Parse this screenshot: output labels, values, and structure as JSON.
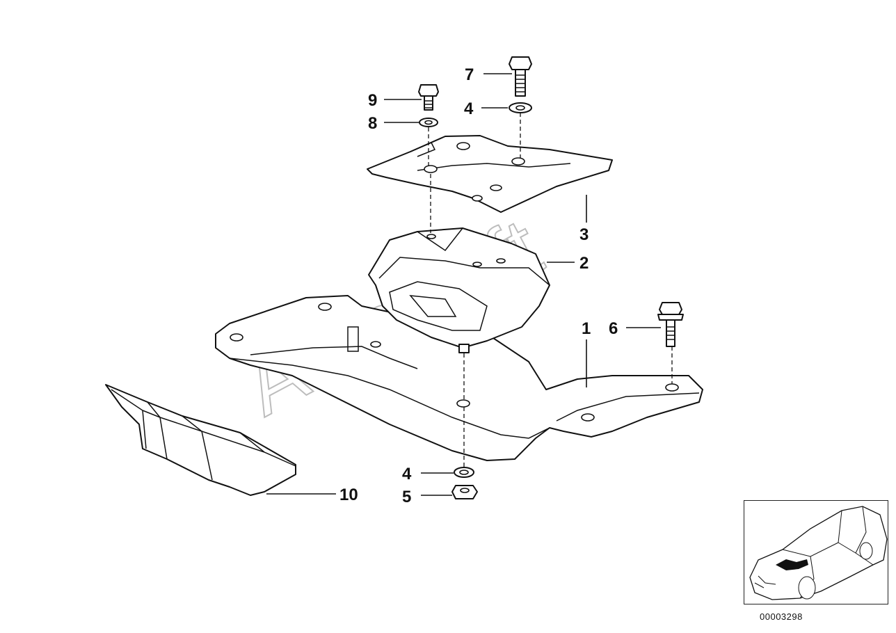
{
  "diagram": {
    "callouts": [
      {
        "id": "c1",
        "label": "1"
      },
      {
        "id": "c2",
        "label": "2"
      },
      {
        "id": "c3",
        "label": "3"
      },
      {
        "id": "c4a",
        "label": "4"
      },
      {
        "id": "c4b",
        "label": "4"
      },
      {
        "id": "c5",
        "label": "5"
      },
      {
        "id": "c6",
        "label": "6"
      },
      {
        "id": "c7",
        "label": "7"
      },
      {
        "id": "c8",
        "label": "8"
      },
      {
        "id": "c9",
        "label": "9"
      },
      {
        "id": "c10",
        "label": "10"
      }
    ],
    "watermark": "AutoSoft",
    "reference_number": "00003298",
    "inset_icon": "car-location-icon"
  }
}
